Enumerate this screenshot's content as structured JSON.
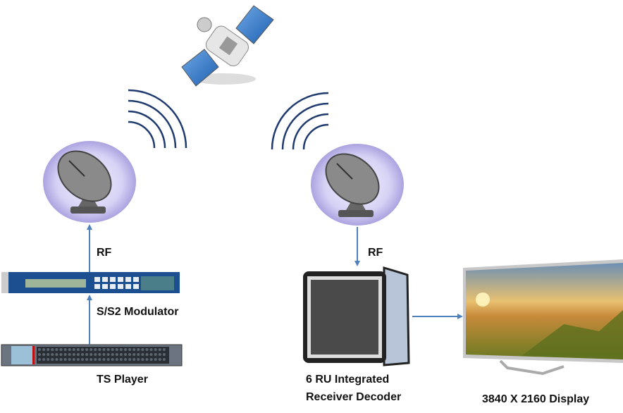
{
  "labels": {
    "rf_uplink": "RF",
    "modulator": "S/S2 Modulator",
    "ts_player": "TS Player",
    "rf_downlink": "RF",
    "ird_line1": "6 RU Integrated",
    "ird_line2": "Receiver Decoder",
    "display": "3840 X 2160 Display"
  },
  "colors": {
    "arrow": "#4f81bd",
    "waves": "#1f3a6e",
    "rack_blue": "#1c4f8f",
    "dish_halo": "#c9c5ee"
  },
  "icons": [
    "satellite-icon",
    "satellite-dish-icon",
    "modulator-rack-icon",
    "ts-player-rack-icon",
    "receiver-decoder-icon",
    "tv-display-icon",
    "radio-waves-icon"
  ]
}
